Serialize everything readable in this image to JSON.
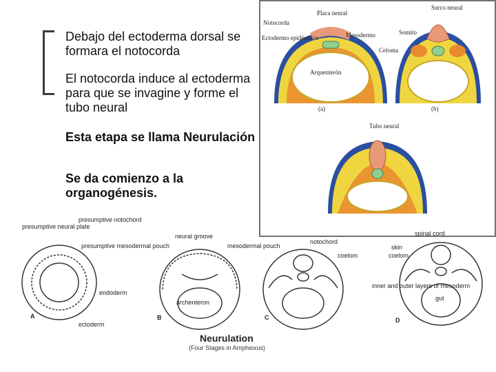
{
  "bullets": [
    "Debajo del ectoderma dorsal se formara el notocorda",
    "El notocorda induce al ectoderma para que se invagine y forme el tubo neural",
    "Esta etapa se llama Neurulación",
    "Se da comienzo a la organogénesis."
  ],
  "figure_top": {
    "labels": {
      "notocorda": "Notocorda",
      "placa_neural": "Placa neural",
      "surco_neural": "Surco neural",
      "ectodermo": "Ectodermo epidérmico",
      "mesodermo": "Mesodermo",
      "somito": "Somito",
      "celoma": "Celoma",
      "arquenteron": "Arquenterón",
      "a": "(a)",
      "b": "(b)",
      "tubo_neural": "Tubo neural"
    },
    "colors": {
      "ectoderm": "#2b4fa0",
      "neural": "#e89a78",
      "mesoderm": "#e98a2e",
      "endoderm": "#efd640",
      "notochord": "#8fd08f",
      "frame": "#444444"
    }
  },
  "figure_bottom": {
    "labels": {
      "presumptive_notochord": "presumptive notochord",
      "presumptive_neural_plate": "presumptive neural plate",
      "presumptive_mesodermal_pouch": "presumptive mesodermal pouch",
      "endoderm": "endoderm",
      "ectoderm": "ectoderm",
      "neural_groove": "neural groove",
      "mesodermal_pouch": "mesodermal pouch",
      "archenteron": "archenteron",
      "notochord": "notochord",
      "coelom_c": "coelom",
      "spinal_cord": "spinal cord",
      "skin": "skin",
      "coelom_d": "coelom",
      "inner_outer": "inner and outer layers of mesoderm",
      "gut": "gut",
      "A": "A",
      "B": "B",
      "C": "C",
      "D": "D",
      "title": "Neurulation",
      "subtitle": "(Four Stages in Amphioxus)"
    }
  }
}
